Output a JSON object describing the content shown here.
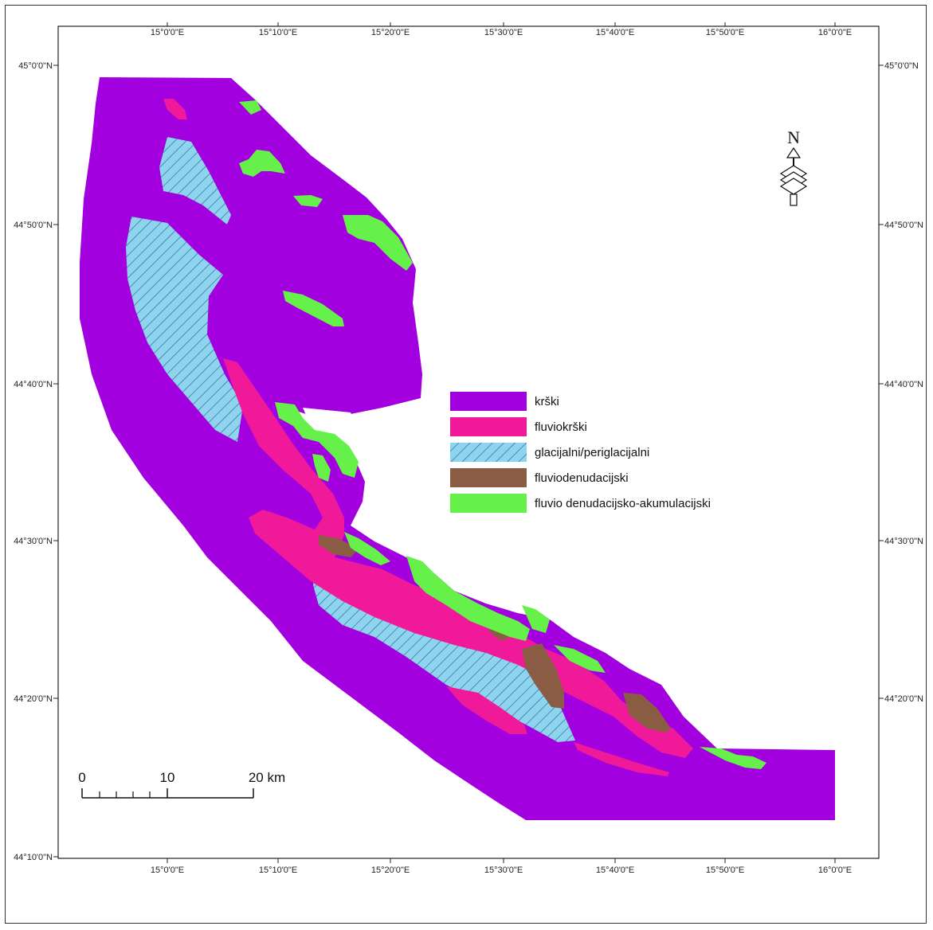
{
  "map": {
    "top_ticks": [
      "15°0'0\"E",
      "15°10'0\"E",
      "15°20'0\"E",
      "15°30'0\"E",
      "15°40'0\"E",
      "15°50'0\"E",
      "16°0'0\"E"
    ],
    "bottom_ticks": [
      "15°0'0\"E",
      "15°10'0\"E",
      "15°20'0\"E",
      "15°30'0\"E",
      "15°40'0\"E",
      "15°50'0\"E",
      "16°0'0\"E"
    ],
    "left_ticks": [
      "45°0'0\"N",
      "44°50'0\"N",
      "44°40'0\"N",
      "44°30'0\"N",
      "44°20'0\"N",
      "44°10'0\"N"
    ],
    "right_ticks": [
      "45°0'0\"N",
      "44°50'0\"N",
      "44°40'0\"N",
      "44°30'0\"N",
      "44°20'0\"N"
    ],
    "north_label": "N"
  },
  "legend": {
    "items": [
      {
        "label": "krški",
        "color": "#a300e0",
        "hatched": false
      },
      {
        "label": "fluviokrški",
        "color": "#f0199a",
        "hatched": false
      },
      {
        "label": "glacijalni/periglacijalni",
        "color": "#8fd4ef",
        "hatched": true
      },
      {
        "label": "fluviodenudacijski",
        "color": "#8a5c44",
        "hatched": false
      },
      {
        "label": "fluvio denudacijsko-akumulacijski",
        "color": "#66f04a",
        "hatched": false
      }
    ]
  },
  "scale_bar": {
    "labels": [
      "0",
      "10",
      "20 km"
    ]
  },
  "colors": {
    "karst": "#a300e0",
    "fluviokarst": "#f0199a",
    "glacial": "#8fd4ef",
    "fluviodenudation": "#8a5c44",
    "fluvio_accumulation": "#66f04a"
  }
}
